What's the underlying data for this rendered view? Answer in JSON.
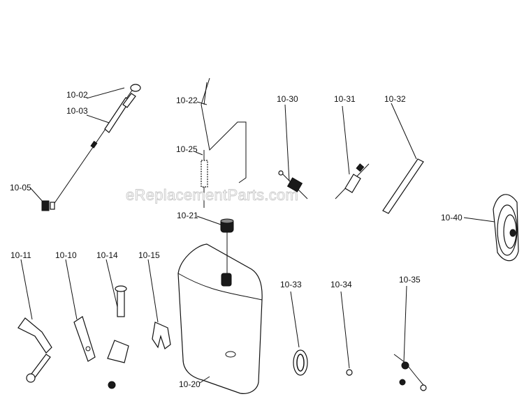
{
  "watermark": "eReplacementParts.com",
  "labels": {
    "p1002": "10-02",
    "p1003": "10-03",
    "p1005": "10-05",
    "p1022": "10-22",
    "p1025": "10-25",
    "p1021": "10-21",
    "p1030": "10-30",
    "p1031": "10-31",
    "p1032": "10-32",
    "p1040": "10-40",
    "p1011": "10-11",
    "p1010": "10-10",
    "p1014": "10-14",
    "p1015": "10-15",
    "p1020": "10-20",
    "p1033": "10-33",
    "p1034": "10-34",
    "p1035": "10-35"
  }
}
